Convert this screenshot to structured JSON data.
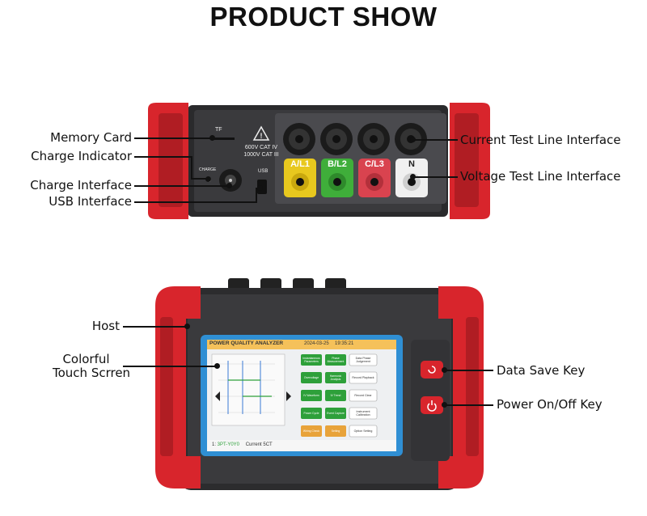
{
  "title": "PRODUCT SHOW",
  "top_labels_left": [
    "Memory Card",
    "Charge Indicator",
    "Charge Interface",
    "USB Interface"
  ],
  "top_labels_right": [
    "Current Test Line Interface",
    "Voltage Test Line Interface"
  ],
  "bottom_labels_left": {
    "host": "Host",
    "screen_line1": "Colorful",
    "screen_line2": "Touch Scrren"
  },
  "bottom_labels_right": [
    "Data Save Key",
    "Power On/Off Key"
  ],
  "device_top": {
    "tf": "TF",
    "warning_line1": "600V CAT IV",
    "warning_line2": "1000V CAT III",
    "charge": "CHARGE",
    "usb": "USB",
    "ports": [
      "A/L1",
      "B/L2",
      "C/L3",
      "N"
    ],
    "port_colors": [
      "#e8c81e",
      "#3fae3a",
      "#d9434f",
      "#f2f2f2"
    ]
  },
  "screen": {
    "header": "POWER QUALITY ANALYZER",
    "date": "2024-03-25",
    "time": "19:35:21",
    "green_buttons": [
      "Instantaneous Parameters",
      "Phase Measurement",
      "Overvoltage",
      "Harmonic Analysis",
      "IV Waveform",
      "IV Trend",
      "Power Cycle",
      "Event Capture",
      "Wiring Check",
      "Setting"
    ],
    "side_buttons": [
      "Data Phase Judgement",
      "Record Playback",
      "Record Clear",
      "Instrument Calibration",
      "Option Setting"
    ],
    "footer_left": "1: ",
    "footer_mode": "3PT-Y0Y0",
    "footer_current": "Current 5CT"
  },
  "colors": {
    "case_red": "#d8252c",
    "case_dark": "#2c2c2e",
    "screen_blue": "#2f8fd4",
    "button_green": "#2ea03a"
  }
}
